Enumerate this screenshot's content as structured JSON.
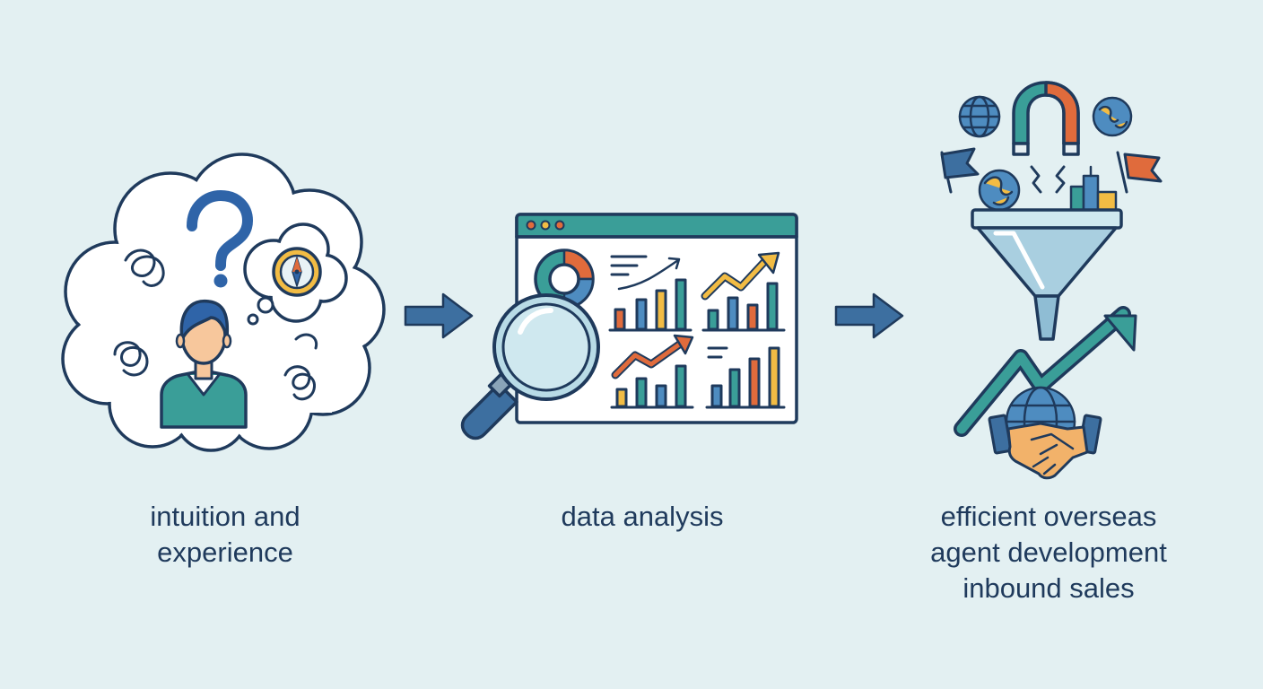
{
  "colors": {
    "background": "#e3f0f2",
    "outline": "#1f3a5c",
    "arrow": "#3d6fa0",
    "teal": "#3a9e98",
    "orange": "#e06b3c",
    "yellow": "#f2bc44",
    "blue": "#4e8cc0",
    "skin": "#f7c79c"
  },
  "steps": [
    {
      "id": "intuition",
      "icon": "thinking-person-icon",
      "label_lines": [
        "intuition and",
        "experience"
      ]
    },
    {
      "id": "analysis",
      "icon": "data-dashboard-icon",
      "label_lines": [
        "data analysis"
      ]
    },
    {
      "id": "outcome",
      "icon": "sales-funnel-growth-icon",
      "label_lines": [
        "efficient overseas",
        "agent development",
        "inbound sales"
      ]
    }
  ],
  "connectors": [
    {
      "from": "intuition",
      "to": "analysis",
      "icon": "right-arrow-icon"
    },
    {
      "from": "analysis",
      "to": "outcome",
      "icon": "right-arrow-icon"
    }
  ]
}
